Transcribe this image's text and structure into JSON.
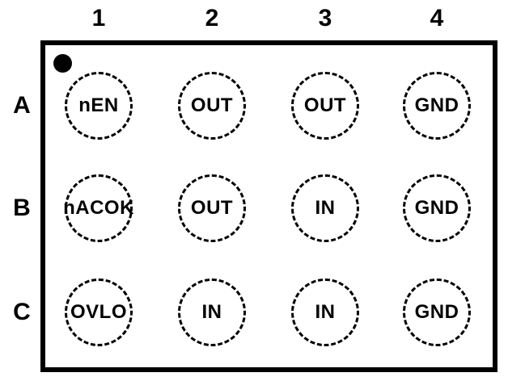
{
  "columns": [
    "1",
    "2",
    "3",
    "4"
  ],
  "rows": [
    "A",
    "B",
    "C"
  ],
  "pins": [
    [
      "nEN",
      "OUT",
      "OUT",
      "GND"
    ],
    [
      "nACOK",
      "OUT",
      "IN",
      "GND"
    ],
    [
      "OVLO",
      "IN",
      "IN",
      "GND"
    ]
  ],
  "icons": {
    "pin1_indicator": "filled-dot"
  },
  "colors": {
    "line": "#000000",
    "background": "#ffffff"
  }
}
